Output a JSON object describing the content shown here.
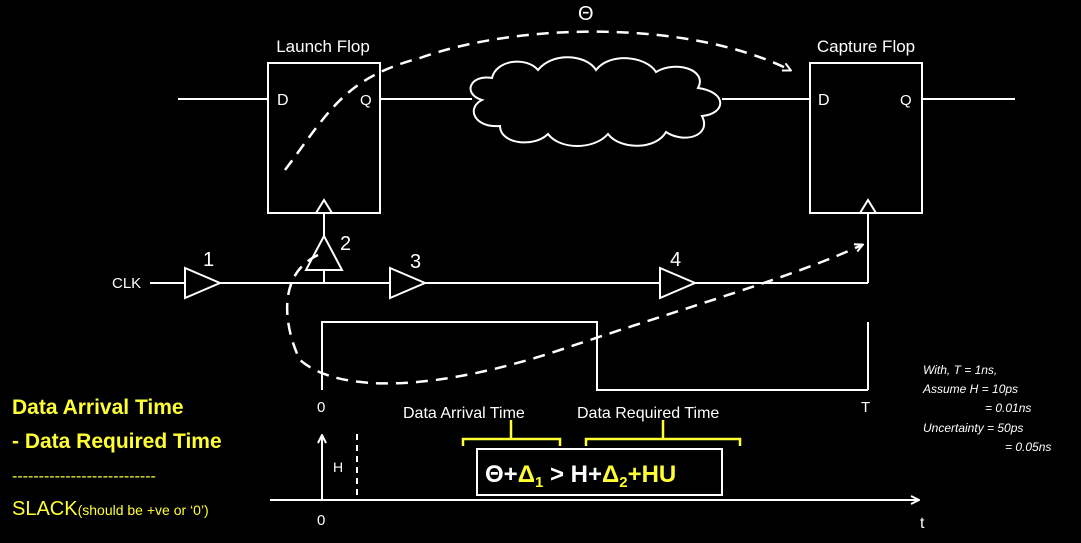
{
  "labels": {
    "launch_flop": "Launch Flop",
    "capture_flop": "Capture Flop",
    "d_pin": "D",
    "q_pin": "Q",
    "theta": "Θ",
    "clk": "CLK",
    "buf1": "1",
    "buf2": "2",
    "buf3": "3",
    "buf4": "4",
    "zero": "0",
    "t_period": "T",
    "h_label": "H",
    "t_axis": "t"
  },
  "left_text": {
    "arrival": "Data Arrival Time",
    "required": "-   Data Required Time",
    "separator": "---------------------------",
    "slack_main": "SLACK",
    "slack_note": "(should be +ve or ‘0’)"
  },
  "bracket_labels": {
    "arrival": "Data Arrival Time",
    "required": "Data Required Time"
  },
  "equation": {
    "theta": "Θ",
    "plus1": "+",
    "delta1": "Δ",
    "sub1": "1",
    "gt": " > H+",
    "delta2": "Δ",
    "sub2": "2",
    "hu": "+HU"
  },
  "notes": {
    "line1": "With, T = 1ns,",
    "line2": "Assume H = 10ps",
    "line3": "= 0.01ns",
    "line4": "Uncertainty = 50ps",
    "line5": "= 0.05ns"
  },
  "colors": {
    "background": "#000000",
    "foreground": "#ffffff",
    "highlight": "#ffff33"
  }
}
